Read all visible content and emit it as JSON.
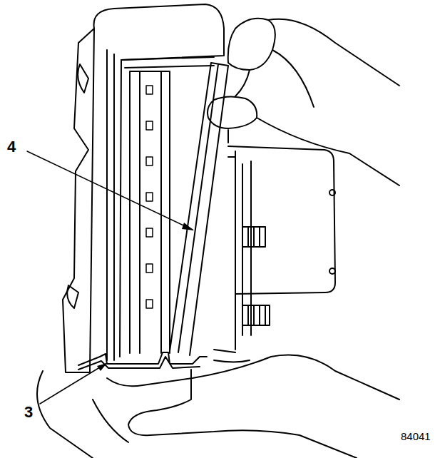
{
  "diagram": {
    "labels": [
      "4",
      "3",
      "84041"
    ]
  }
}
